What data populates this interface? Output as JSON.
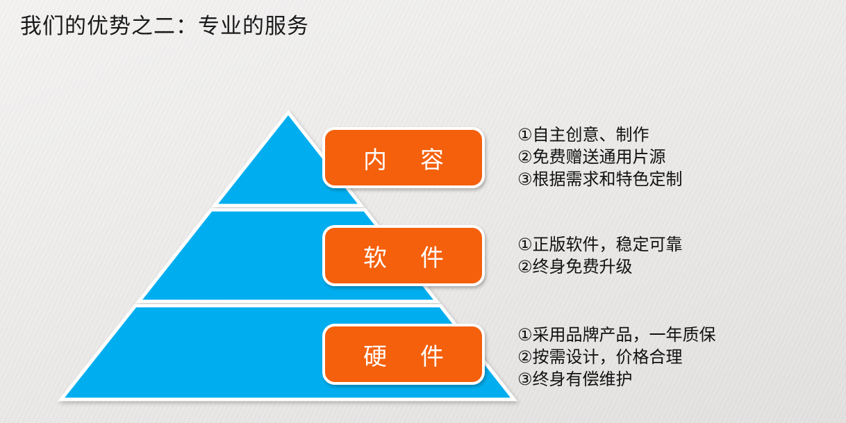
{
  "title": "我们的优势之二：专业的服务",
  "colors": {
    "pyramid_blue": "#00AEEF",
    "label_orange": "#F4600C",
    "label_text": "#FFFFFF",
    "body_text": "#111111",
    "title_text": "#1A1A1A",
    "background_top": "#F4F3F2",
    "background_bottom": "#E2E1E0"
  },
  "tiers": [
    {
      "label": "内　容",
      "lines": [
        "①自主创意、制作",
        "②免费赠送通用片源",
        "③根据需求和特色定制"
      ]
    },
    {
      "label": "软　件",
      "lines": [
        "①正版软件，稳定可靠",
        "②终身免费升级"
      ]
    },
    {
      "label": "硬　件",
      "lines": [
        "①采用品牌产品，一年质保",
        "②按需设计，价格合理",
        "③终身有偿维护"
      ]
    }
  ]
}
